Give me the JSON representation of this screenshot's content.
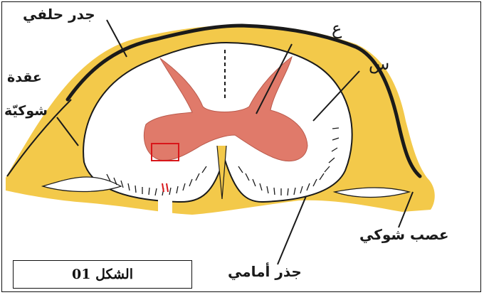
{
  "figure": {
    "labels": {
      "dorsal_root": "جدر حلفي",
      "ganglion_line1": "عقدة",
      "ganglion_line2": "شوكيّة",
      "ain": "ع",
      "sin": "س",
      "spinal_nerve": "عصب شوكي",
      "ventral_root": "جذر أمامي"
    },
    "caption": "الشكل 01"
  },
  "colors": {
    "yellow_tissue": "#f3c94a",
    "grey_matter": "#e07a6a",
    "white_matter": "#ffffff",
    "outline": "#1a1a1a"
  }
}
